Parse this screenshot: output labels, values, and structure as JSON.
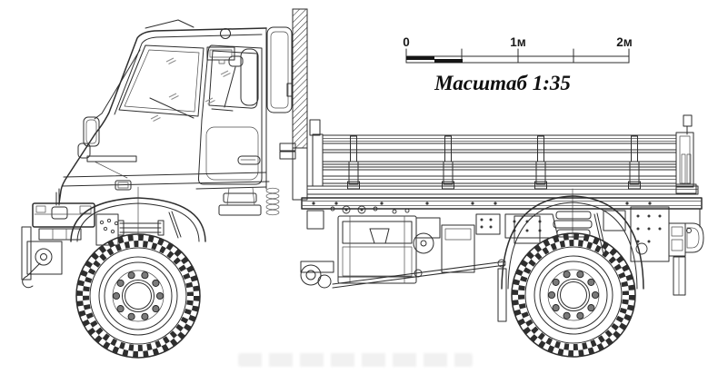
{
  "colors": {
    "background": "#ffffff",
    "line": "#2e2e2e"
  },
  "scale_bar": {
    "tick_labels": [
      "0",
      "1м",
      "2м"
    ],
    "caption": "Масштаб 1:35",
    "total_meters": 2
  }
}
